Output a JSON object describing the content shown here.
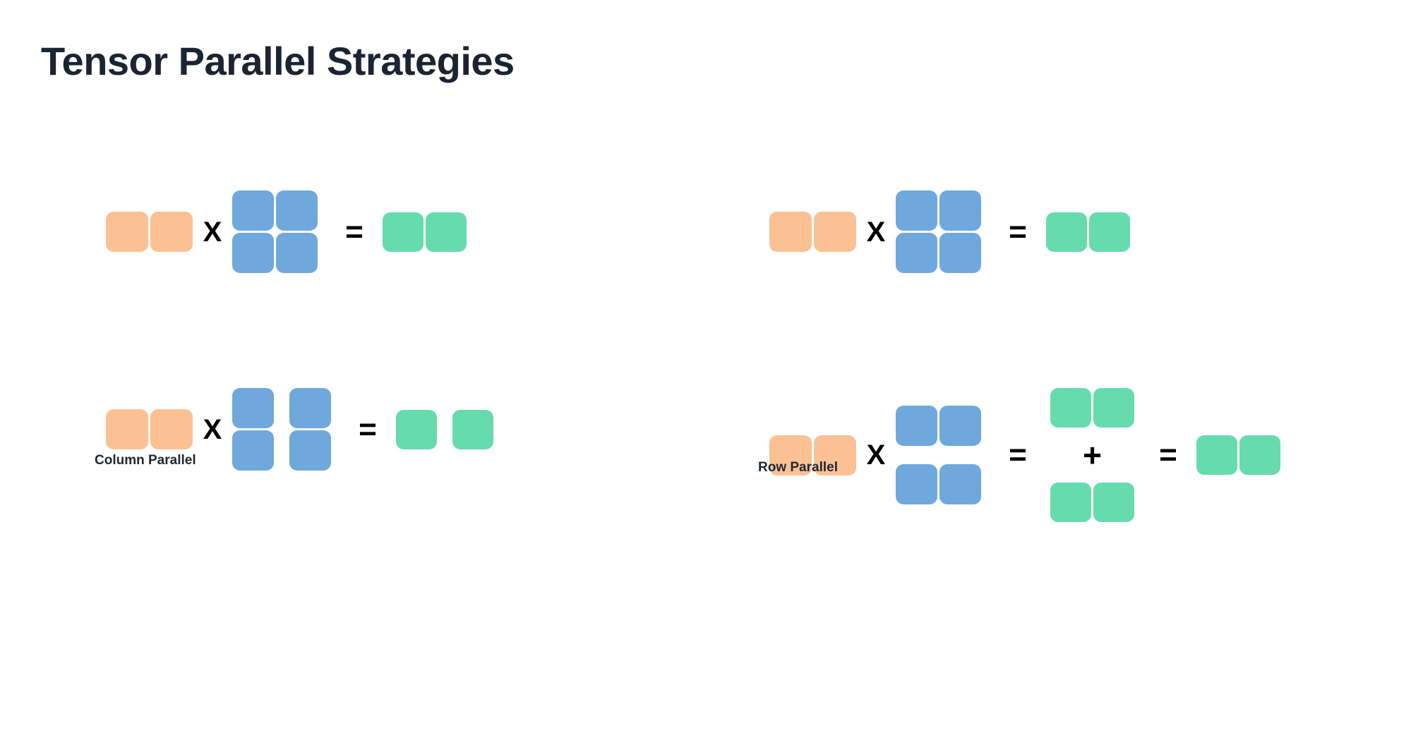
{
  "page": {
    "title": "Tensor Parallel Strategies",
    "background_color": "#ffffff",
    "title_color": "#1b2431"
  },
  "palette": {
    "input_activation": "#fbc193",
    "weight_matrix": "#6fa8dc",
    "output_activation": "#66dbae",
    "operator": "#000000"
  },
  "operators": {
    "multiply": "X",
    "equals": "=",
    "plus": "+"
  },
  "sections": [
    {
      "id": "column-parallel",
      "caption": "Column Parallel",
      "rows": [
        {
          "id": "column-parallel-unsharded",
          "description": "unsharded matmul",
          "terms": [
            {
              "role": "input",
              "color": "#fbc193",
              "rows": 1,
              "cols": 2,
              "split": "none"
            },
            {
              "role": "operator",
              "symbol": "X"
            },
            {
              "role": "weight",
              "color": "#6fa8dc",
              "rows": 2,
              "cols": 2,
              "split": "none"
            },
            {
              "role": "operator",
              "symbol": "="
            },
            {
              "role": "output",
              "color": "#66dbae",
              "rows": 1,
              "cols": 2,
              "split": "none"
            }
          ]
        },
        {
          "id": "column-parallel-sharded",
          "description": "weights split along columns; outputs split along columns",
          "terms": [
            {
              "role": "input",
              "color": "#fbc193",
              "rows": 1,
              "cols": 2,
              "split": "none"
            },
            {
              "role": "operator",
              "symbol": "X"
            },
            {
              "role": "weight",
              "color": "#6fa8dc",
              "rows": 2,
              "cols": 2,
              "split": "column"
            },
            {
              "role": "operator",
              "symbol": "="
            },
            {
              "role": "output",
              "color": "#66dbae",
              "rows": 1,
              "cols": 2,
              "split": "column"
            }
          ]
        }
      ]
    },
    {
      "id": "row-parallel",
      "caption": "Row Parallel",
      "rows": [
        {
          "id": "row-parallel-unsharded",
          "description": "unsharded matmul",
          "terms": [
            {
              "role": "input",
              "color": "#fbc193",
              "rows": 1,
              "cols": 2,
              "split": "none"
            },
            {
              "role": "operator",
              "symbol": "X"
            },
            {
              "role": "weight",
              "color": "#6fa8dc",
              "rows": 2,
              "cols": 2,
              "split": "none"
            },
            {
              "role": "operator",
              "symbol": "="
            },
            {
              "role": "output",
              "color": "#66dbae",
              "rows": 1,
              "cols": 2,
              "split": "none"
            }
          ]
        },
        {
          "id": "row-parallel-sharded",
          "description": "weights split along rows; partial outputs summed via all-reduce",
          "terms": [
            {
              "role": "input",
              "color": "#fbc193",
              "rows": 1,
              "cols": 2,
              "split": "none"
            },
            {
              "role": "operator",
              "symbol": "X"
            },
            {
              "role": "weight",
              "color": "#6fa8dc",
              "rows": 2,
              "cols": 2,
              "split": "row"
            },
            {
              "role": "operator",
              "symbol": "="
            },
            {
              "role": "partial-sum",
              "color": "#66dbae",
              "parts": 2,
              "rows": 1,
              "cols": 2,
              "joiner": "+"
            },
            {
              "role": "operator",
              "symbol": "="
            },
            {
              "role": "output",
              "color": "#66dbae",
              "rows": 1,
              "cols": 2,
              "split": "none"
            }
          ]
        }
      ]
    }
  ]
}
